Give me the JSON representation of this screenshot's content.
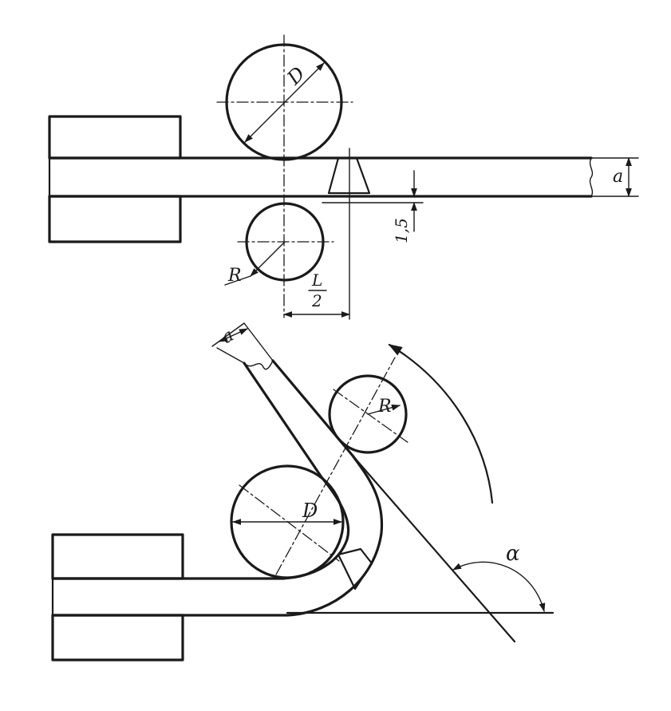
{
  "top_view": {
    "labels": {
      "roller_diameter": "D",
      "roller_radius": "R",
      "thickness": "a",
      "gap": "1,5",
      "half_length_num": "L",
      "half_length_den": "2"
    }
  },
  "bottom_view": {
    "labels": {
      "thickness": "a",
      "roller_radius": "R",
      "roller_diameter": "D",
      "bend_angle": "α"
    }
  },
  "colors": {
    "ink": "#1a1a1a",
    "paper": "#ffffff"
  }
}
